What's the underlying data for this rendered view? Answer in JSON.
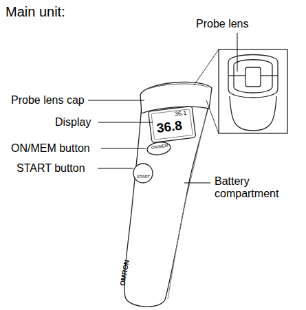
{
  "diagram": {
    "labels": [
      "Main unit:",
      "Probe lens",
      "Probe lens cap",
      "Display",
      "ON/MEM button",
      "START button",
      "Battery compartment",
      "36.1",
      "36.8",
      "ON/MEM",
      "START",
      "OMRON"
    ]
  }
}
